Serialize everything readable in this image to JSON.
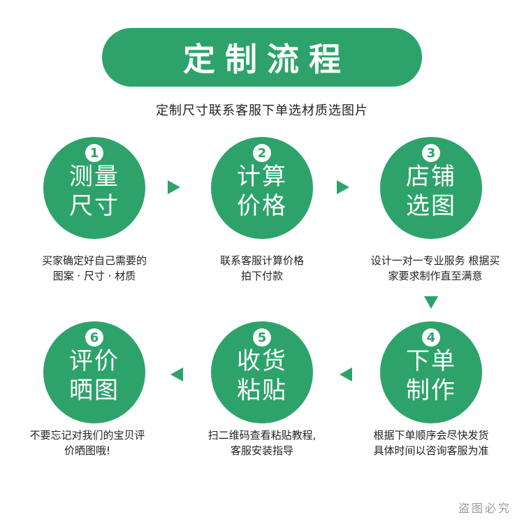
{
  "title": "定制流程",
  "subtitle": "定制尺寸联系客服下单选材质选图片",
  "steps": [
    {
      "number": "1",
      "line1": "测量",
      "line2": "尺寸",
      "desc1": "买家确定好自己需要的",
      "desc2": "图案 · 尺寸 · 材质"
    },
    {
      "number": "2",
      "line1": "计算",
      "line2": "价格",
      "desc1": "联系客服计算价格",
      "desc2": "拍下付款"
    },
    {
      "number": "3",
      "line1": "店铺",
      "line2": "选图",
      "desc1": "设计一对一专业服务 根据买",
      "desc2": "家要求制作直至满意"
    },
    {
      "number": "4",
      "line1": "下单",
      "line2": "制作",
      "desc1": "根据下单顺序会尽快发货",
      "desc2": "具体时间以咨询客服为准"
    },
    {
      "number": "5",
      "line1": "收货",
      "line2": "粘贴",
      "desc1": "扫二维码查看粘贴教程,",
      "desc2": "客服安装指导"
    },
    {
      "number": "6",
      "line1": "评价",
      "line2": "晒图",
      "desc1": "不要忘记对我们的宝贝评",
      "desc2": "价晒图哦!"
    }
  ],
  "watermark": "盗图必究",
  "colors": {
    "accent": "#2da36b"
  }
}
